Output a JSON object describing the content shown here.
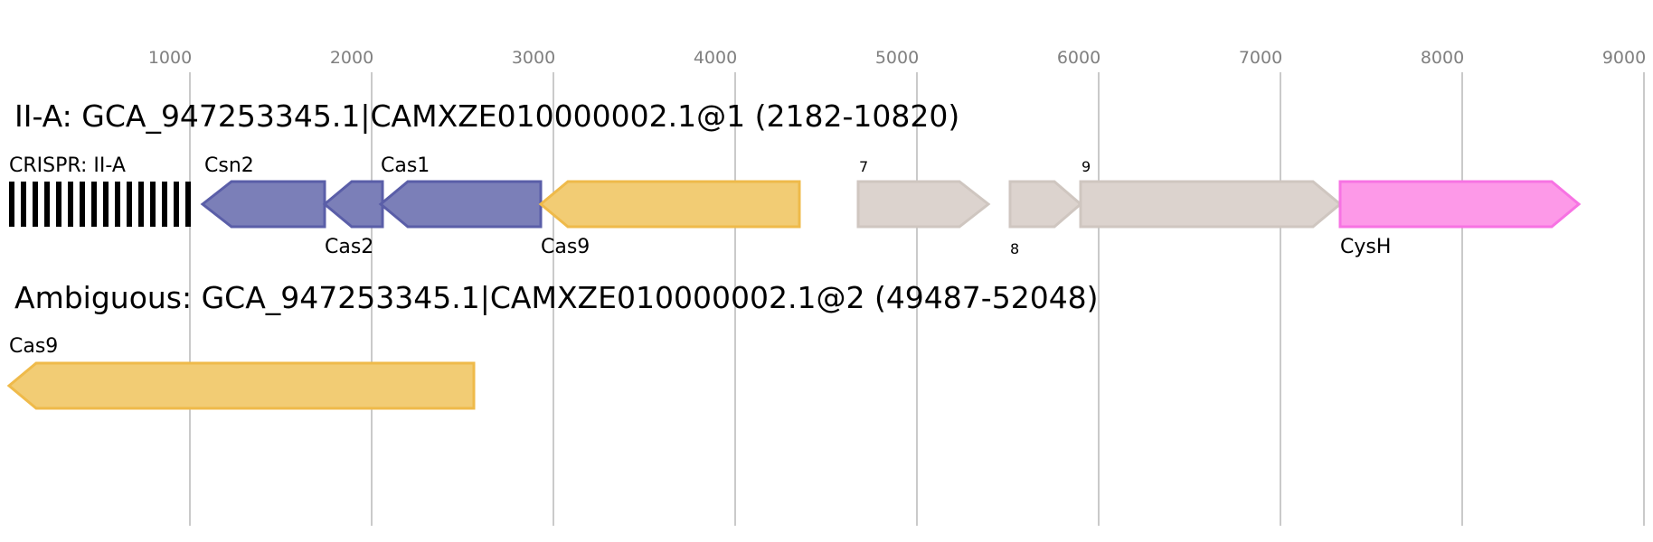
{
  "axis": {
    "ticks": [
      "1000",
      "2000",
      "3000",
      "4000",
      "5000",
      "6000",
      "7000",
      "8000",
      "9000"
    ]
  },
  "colors": {
    "grid": "#bdbdbd",
    "tick_text": "#808080",
    "cas_core": "#7b7fb8",
    "cas_core_stroke": "#5a5ea8",
    "cas9": "#f2cc74",
    "cas9_stroke": "#efba4a",
    "unknown": "#dcd3ce",
    "unknown_stroke": "#cfc6c0",
    "cysh": "#fd99e8",
    "cysh_stroke": "#f773e3",
    "crispr": "#000000"
  },
  "regions": [
    {
      "title": "II-A: GCA_947253345.1|CAMXZE010000002.1@1 (2182-10820)",
      "crispr_label": "CRISPR: II-A",
      "genes": [
        {
          "label": "Csn2",
          "strand": "-",
          "color": "cas_core"
        },
        {
          "label": "Cas2",
          "strand": "-",
          "color": "cas_core"
        },
        {
          "label": "Cas1",
          "strand": "-",
          "color": "cas_core"
        },
        {
          "label": "Cas9",
          "strand": "-",
          "color": "cas9"
        },
        {
          "label": "7",
          "strand": "+",
          "color": "unknown"
        },
        {
          "label": "8",
          "strand": "+",
          "color": "unknown"
        },
        {
          "label": "9",
          "strand": "+",
          "color": "unknown"
        },
        {
          "label": "CysH",
          "strand": "+",
          "color": "cysh"
        }
      ]
    },
    {
      "title": "Ambiguous: GCA_947253345.1|CAMXZE010000002.1@2 (49487-52048)",
      "genes": [
        {
          "label": "Cas9",
          "strand": "-",
          "color": "cas9"
        }
      ]
    }
  ]
}
